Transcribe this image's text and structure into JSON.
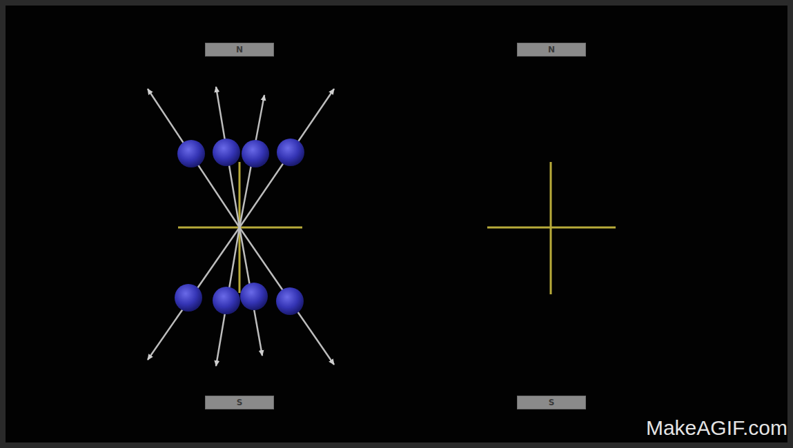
{
  "diagram": {
    "nodes": [
      {
        "text": [
          "N"
        ]
      },
      {
        "text": [
          "N"
        ]
      },
      {
        "text": [
          "S"
        ]
      },
      {
        "text": [
          "S"
        ]
      }
    ],
    "labels": [
      "MakeAGIF.com"
    ]
  }
}
